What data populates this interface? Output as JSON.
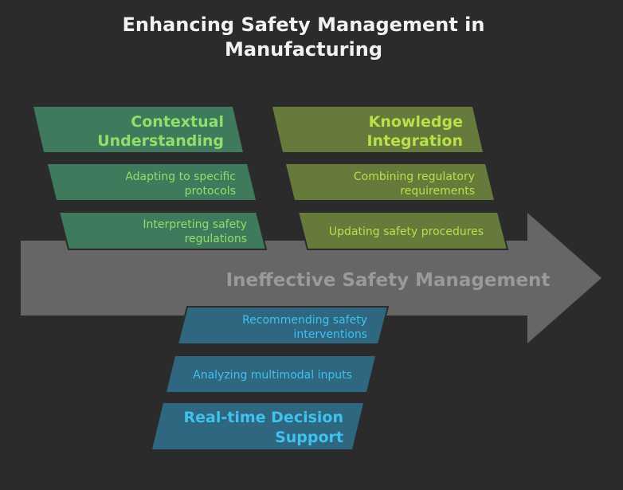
{
  "title": {
    "line1": "Enhancing Safety Management in",
    "line2": "Manufacturing"
  },
  "spine": {
    "label": "Ineffective Safety Management",
    "color": "#666666"
  },
  "branches": {
    "contextual": {
      "head": {
        "line1": "Contextual",
        "line2": "Understanding"
      },
      "items": [
        {
          "line1": "Adapting to specific",
          "line2": "protocols"
        },
        {
          "line1": "Interpreting safety",
          "line2": "regulations"
        }
      ],
      "fill": "#3f7a5c",
      "text_color": "#8ee06a"
    },
    "knowledge": {
      "head": {
        "line1": "Knowledge",
        "line2": "Integration"
      },
      "items": [
        {
          "line1": "Combining regulatory",
          "line2": "requirements"
        },
        {
          "line1": "Updating safety procedures",
          "line2": ""
        }
      ],
      "fill": "#667a3c",
      "text_color": "#b8e04a"
    },
    "realtime": {
      "head": {
        "line1": "Real-time Decision",
        "line2": "Support"
      },
      "items": [
        {
          "line1": "Recommending safety",
          "line2": "interventions"
        },
        {
          "line1": "Analyzing multimodal inputs",
          "line2": ""
        }
      ],
      "fill": "#2f6680",
      "text_color": "#3fc2ee"
    }
  }
}
